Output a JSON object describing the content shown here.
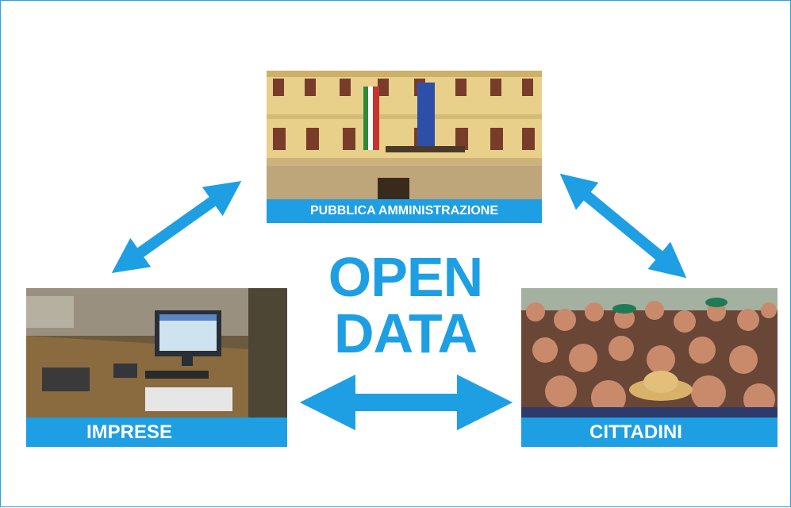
{
  "title": {
    "line1": "OPEN",
    "line2": "DATA"
  },
  "nodes": {
    "pa": {
      "label": "PUBBLICA AMMINISTRAZIONE",
      "image": "government-building-photo"
    },
    "imprese": {
      "label": "IMPRESE",
      "image": "office-desk-photo"
    },
    "cittadini": {
      "label": "CITTADINI",
      "image": "crowd-photo"
    }
  },
  "colors": {
    "accent": "#1e9fe3",
    "border": "#29a3e0",
    "background": "#ffffff"
  }
}
